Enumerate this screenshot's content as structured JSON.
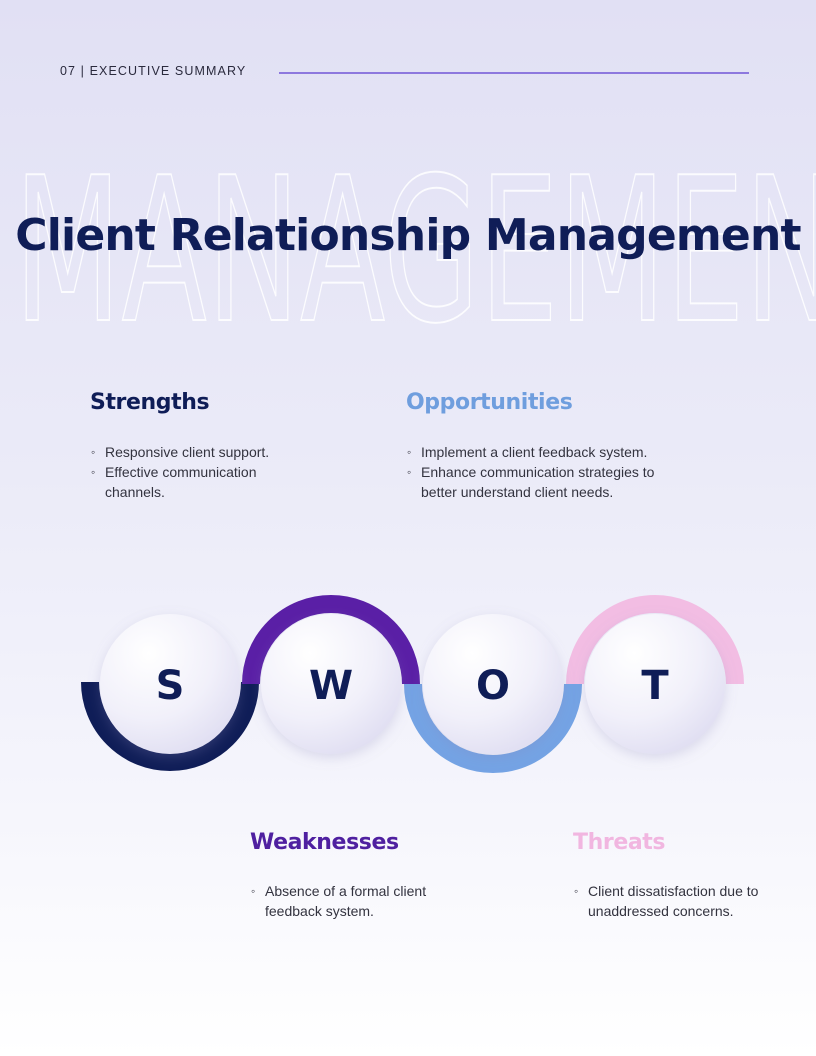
{
  "header": {
    "label": "07 | EXECUTIVE SUMMARY"
  },
  "watermark": {
    "text": "MANAGEMENT"
  },
  "title": "Client Relationship Management",
  "swot": {
    "strengths": {
      "title": "Strengths",
      "letter": "S",
      "color": "#0f1d57",
      "items": [
        "Responsive client support.",
        "Effective communication channels."
      ]
    },
    "weaknesses": {
      "title": "Weaknesses",
      "letter": "W",
      "color": "#5a1fa6",
      "items": [
        "Absence of a formal client feedback system."
      ]
    },
    "opportunities": {
      "title": "Opportunities",
      "letter": "O",
      "color": "#74a3e4",
      "items": [
        "Implement a client feedback system.",
        "Enhance communication strategies to better understand client needs."
      ]
    },
    "threats": {
      "title": "Threats",
      "letter": "T",
      "color": "#f2bde3",
      "items": [
        "Client dissatisfaction due to unaddressed concerns."
      ]
    }
  },
  "colors": {
    "navy": "#0f1d57",
    "purple": "#5a1fa6",
    "blue": "#74a3e4",
    "pink": "#f2bde3",
    "header_rule": "#8d78de"
  }
}
